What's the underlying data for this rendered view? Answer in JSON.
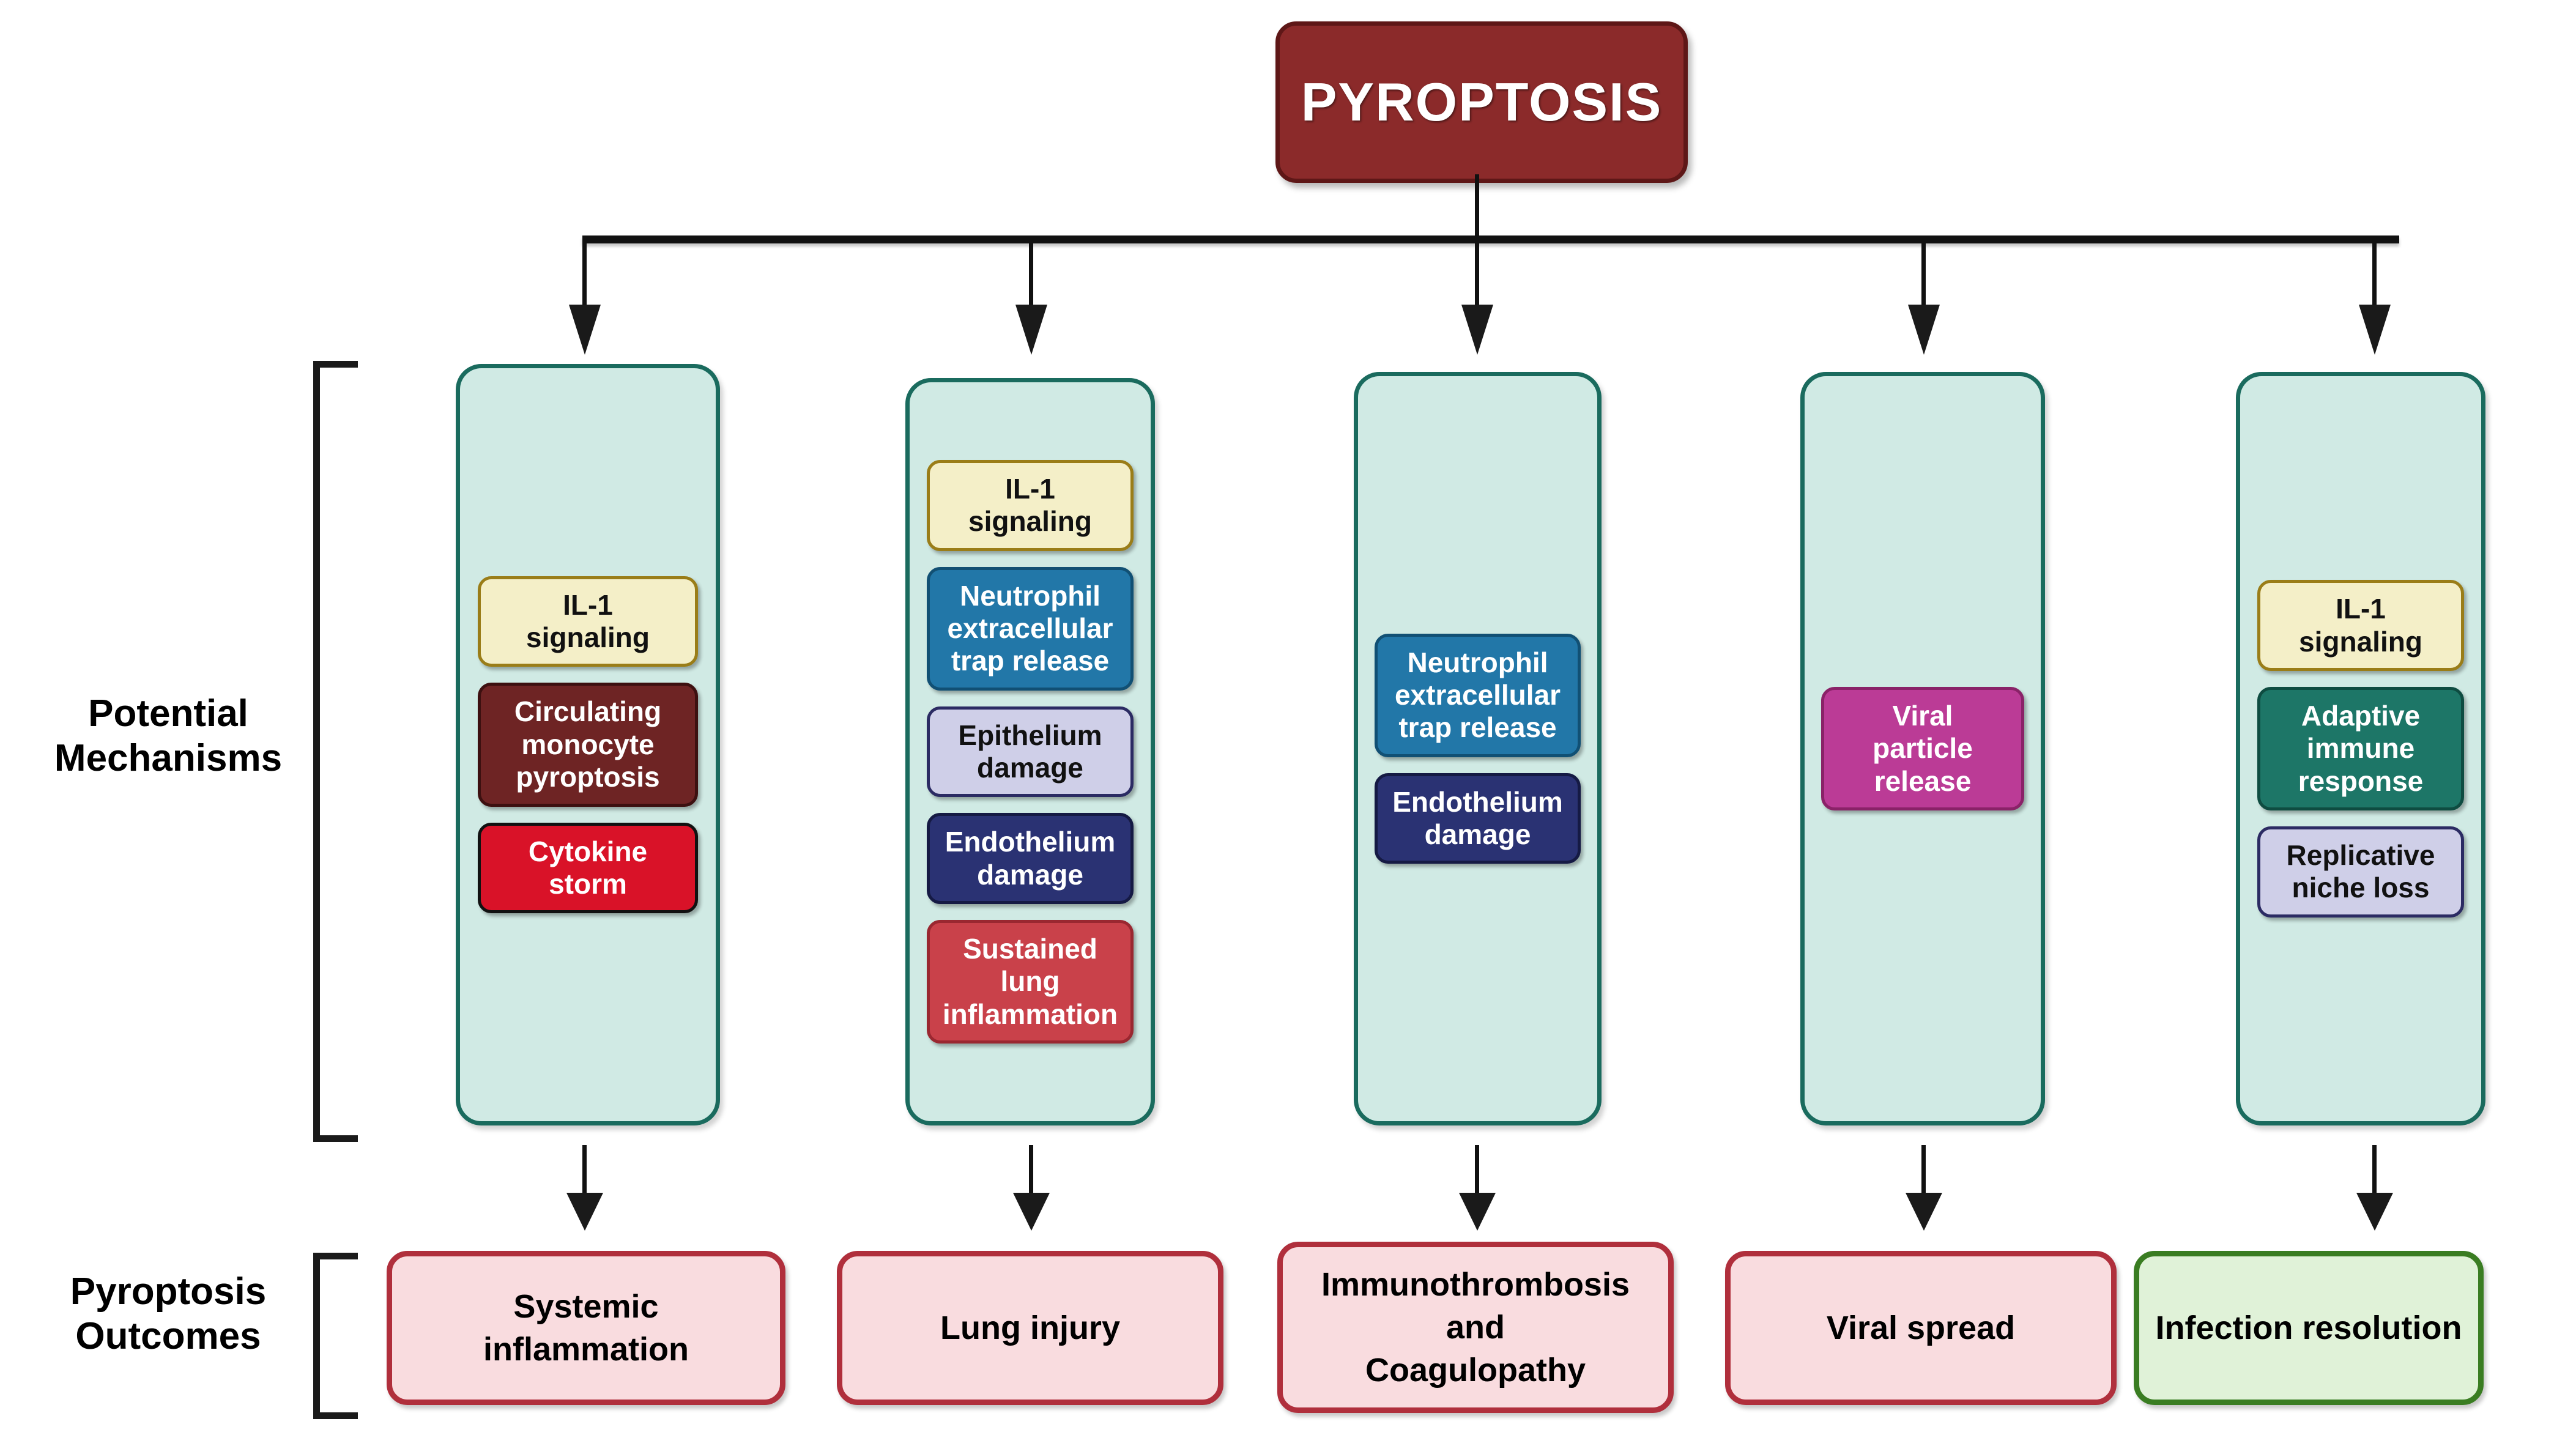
{
  "diagram": {
    "title": "PYROPTOSIS",
    "row_labels": {
      "mechanisms": "Potential\nMechanisms",
      "mechanisms_line1": "Potential",
      "mechanisms_line2": "Mechanisms",
      "outcomes_line1": "Pyroptosis",
      "outcomes_line2": "Outcomes"
    },
    "colors": {
      "title_fill": "#8B2A2A",
      "title_border": "#5E1717",
      "panel_fill": "#D0EAE4",
      "panel_border": "#1A6B5E",
      "chip_cream": "#F4EFC8",
      "chip_maroon": "#6E2424",
      "chip_crimson": "#D91228",
      "chip_steel": "#2277A8",
      "chip_lavender": "#CFCFE8",
      "chip_navy": "#2A3273",
      "chip_brick": "#C9414A",
      "chip_magenta": "#BB3B96",
      "chip_teal": "#1D7667",
      "outcome_pink_fill": "#F9DCDF",
      "outcome_pink_border": "#B02F3C",
      "outcome_green_fill": "#E0F2D8",
      "outcome_green_border": "#3A7D22",
      "connector": "#111111"
    },
    "columns": [
      {
        "id": "col-1",
        "mechanisms": [
          {
            "label": "IL-1\nsignaling",
            "style": "cream"
          },
          {
            "label": "Circulating\nmonocyte\npyroptosis",
            "style": "maroon"
          },
          {
            "label": "Cytokine\nstorm",
            "style": "crimson"
          }
        ],
        "outcome": {
          "label": "Systemic\ninflammation",
          "style": "pink"
        }
      },
      {
        "id": "col-2",
        "mechanisms": [
          {
            "label": "IL-1\nsignaling",
            "style": "cream"
          },
          {
            "label": "Neutrophil\nextracellular\ntrap release",
            "style": "steel"
          },
          {
            "label": "Epithelium\ndamage",
            "style": "lav"
          },
          {
            "label": "Endothelium\ndamage",
            "style": "navy"
          },
          {
            "label": "Sustained\nlung\ninflammation",
            "style": "brick"
          }
        ],
        "outcome": {
          "label": "Lung injury",
          "style": "pink"
        }
      },
      {
        "id": "col-3",
        "mechanisms": [
          {
            "label": "Neutrophil\nextracellular\ntrap release",
            "style": "steel"
          },
          {
            "label": "Endothelium\ndamage",
            "style": "navy"
          }
        ],
        "outcome": {
          "label": "Immunothrombosis\nand\nCoagulopathy",
          "style": "pink"
        }
      },
      {
        "id": "col-4",
        "mechanisms": [
          {
            "label": "Viral\nparticle\nrelease",
            "style": "magenta"
          }
        ],
        "outcome": {
          "label": "Viral spread",
          "style": "pink"
        }
      },
      {
        "id": "col-5",
        "mechanisms": [
          {
            "label": "IL-1\nsignaling",
            "style": "cream"
          },
          {
            "label": "Adaptive\nimmune\nresponse",
            "style": "teal"
          },
          {
            "label": "Replicative\nniche loss",
            "style": "lav"
          }
        ],
        "outcome": {
          "label": "Infection resolution",
          "style": "green"
        }
      }
    ]
  }
}
